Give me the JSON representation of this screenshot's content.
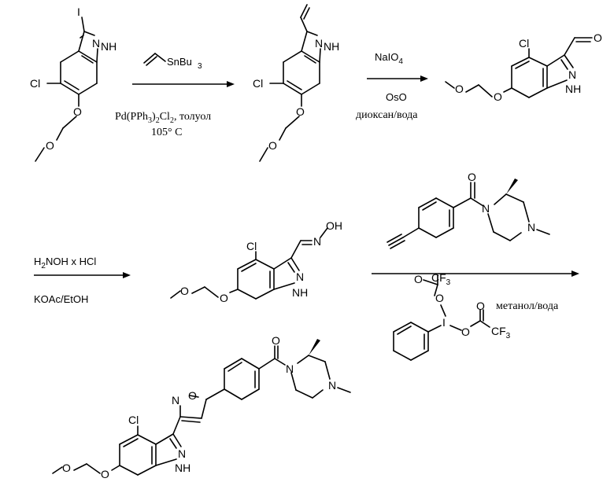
{
  "atoms": {
    "i": "I",
    "nh": "NH",
    "n": "N",
    "cl": "Cl",
    "o": "O",
    "nh_plain": "NH",
    "o_ald": "O",
    "oh": "OH",
    "o_ox": "O",
    "n_ox": "N",
    "o_iso": "O",
    "n_iso": "N",
    "n_pip": "N",
    "cf3_a": "CF",
    "cf3_sub": "3",
    "i_hyp": "I"
  },
  "step1": {
    "reagent_top": "SnBu",
    "reagent_top_sub": "3",
    "cond_line1": "Pd(PPh",
    "cond_sub1": "3",
    "cond_mid": ")",
    "cond_sub2": "2",
    "cond_rest": "Cl",
    "cond_sub3": "2",
    "cond_tail": ", толуол",
    "cond_line2": "105° C"
  },
  "step2": {
    "reagent_top": "NaIO",
    "reagent_top_sub": "4",
    "reagent_bottom": "OsO",
    "solvent": "диоксан/вода"
  },
  "step3": {
    "reagent_top_a": "H",
    "reagent_top_sub": "2",
    "reagent_top_b": "NOH x HCl",
    "reagent_bottom": "KOAc/EtOH"
  },
  "step4": {
    "solvent": "метанол/вода"
  }
}
